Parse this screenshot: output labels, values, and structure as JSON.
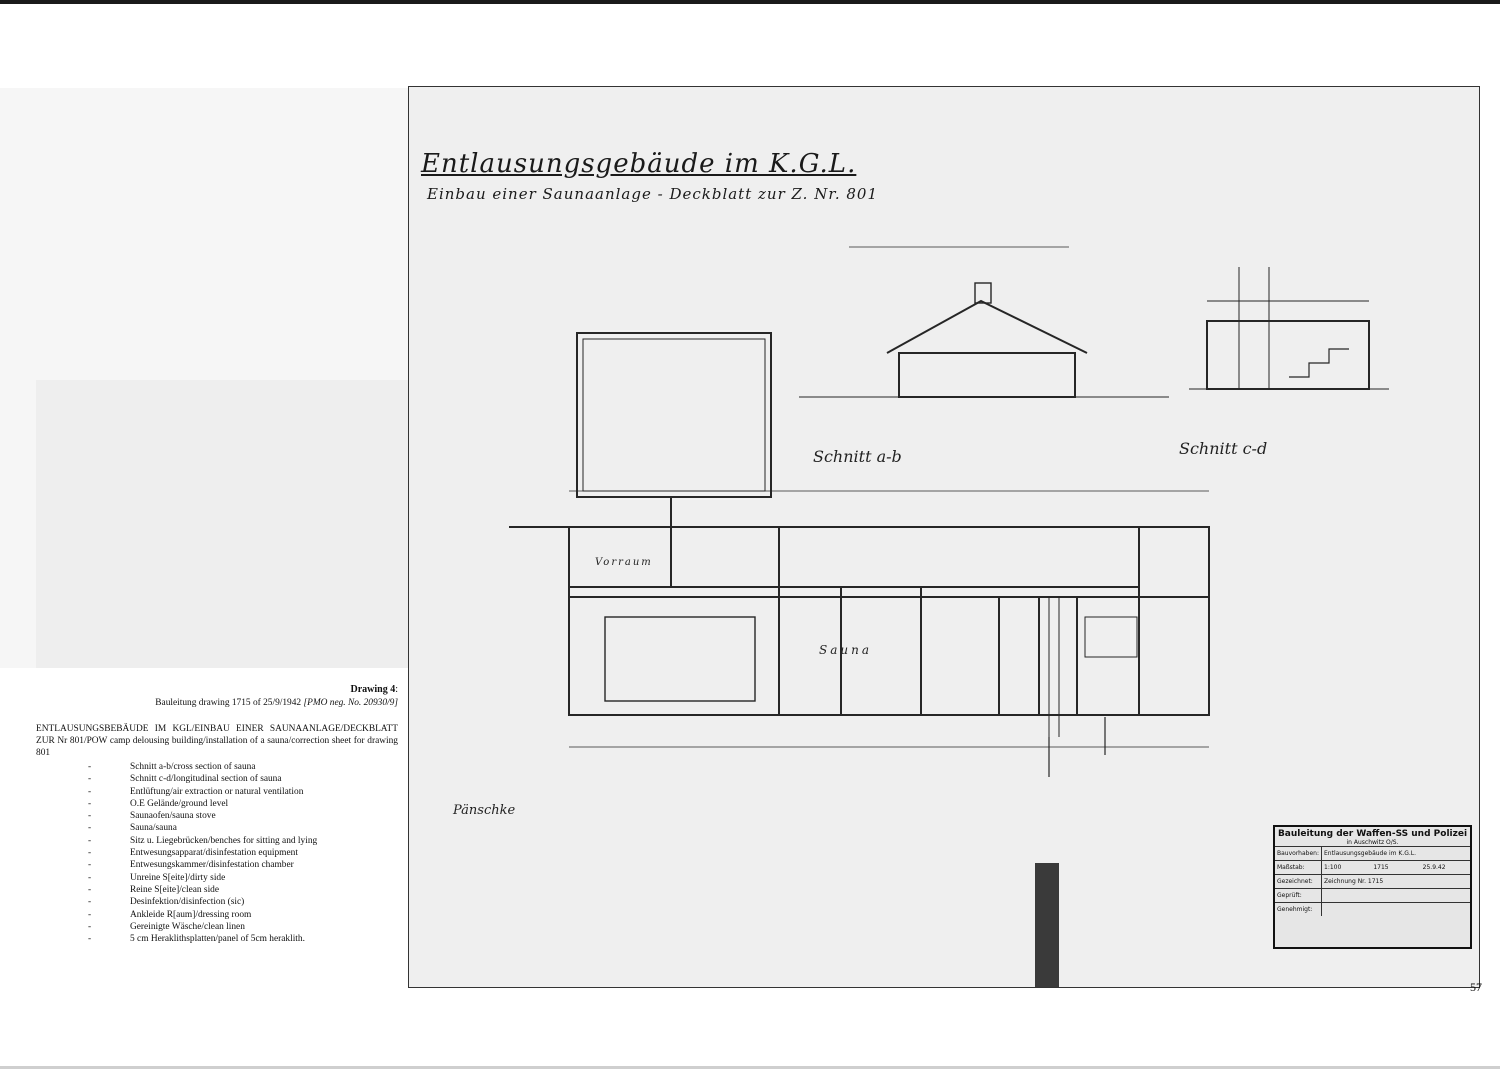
{
  "caption": {
    "heading": "Drawing 4",
    "heading_suffix": ":",
    "subline_text": "Bauleitung drawing 1715 of 25/9/1942",
    "subline_ref": "[PMO neg. No. 20930/9]",
    "description": "ENTLAUSUNGSBEBÄUDE IM KGL/EINBAU EINER SAUNAANLAGE/DECKBLATT ZUR Nr 801/POW camp delousing building/installation of a sauna/correction sheet for drawing 801",
    "legend": [
      "Schnitt a-b/cross section of sauna",
      "Schnitt c-d/longitudinal section of sauna",
      "Entlüftung/air extraction or natural ventilation",
      "O.E Gelände/ground level",
      "Saunaofen/sauna stove",
      "Sauna/sauna",
      "Sitz u. Liegebrücken/benches for sitting and lying",
      "Entwesungsapparat/disinfestation equipment",
      "Entwesungskammer/disinfestation chamber",
      "Unreine S[eite]/dirty side",
      "Reine S[eite]/clean side",
      "Desinfektion/disinfection (sic)",
      "Ankleide R[aum]/dressing room",
      "Gereinigte Wäsche/clean linen",
      "5 cm Heraklithsplatten/panel of 5cm heraklith."
    ]
  },
  "drawing": {
    "title": "Entlausungsgebäude im K.G.L.",
    "subtitle": "Einbau einer Saunaanlage - Deckblatt zur Z. Nr. 801",
    "labels": {
      "section_ab": "Schnitt a-b",
      "section_cd": "Schnitt c-d",
      "sauna": "Sauna",
      "vorraum": "Vorraum",
      "signature": "Pänschke"
    },
    "titleblock": {
      "header": "Bauleitung der Waffen-SS und Polizei",
      "location": "in Auschwitz O/S.",
      "rows": [
        {
          "key": "Bauvorhaben:",
          "value": "Entlausungsgebäude im K.G.L."
        },
        {
          "key": "Maßstab:",
          "value": "1:100"
        },
        {
          "key": "Gezeichnet:",
          "value": "Zeichnung Nr. 1715"
        },
        {
          "key": "Geprüft:",
          "value": ""
        },
        {
          "key": "Genehmigt:",
          "value": ""
        }
      ],
      "scale": "1:100",
      "drawing_no": "1715",
      "date": "25.9.42"
    }
  },
  "page_number": "57"
}
